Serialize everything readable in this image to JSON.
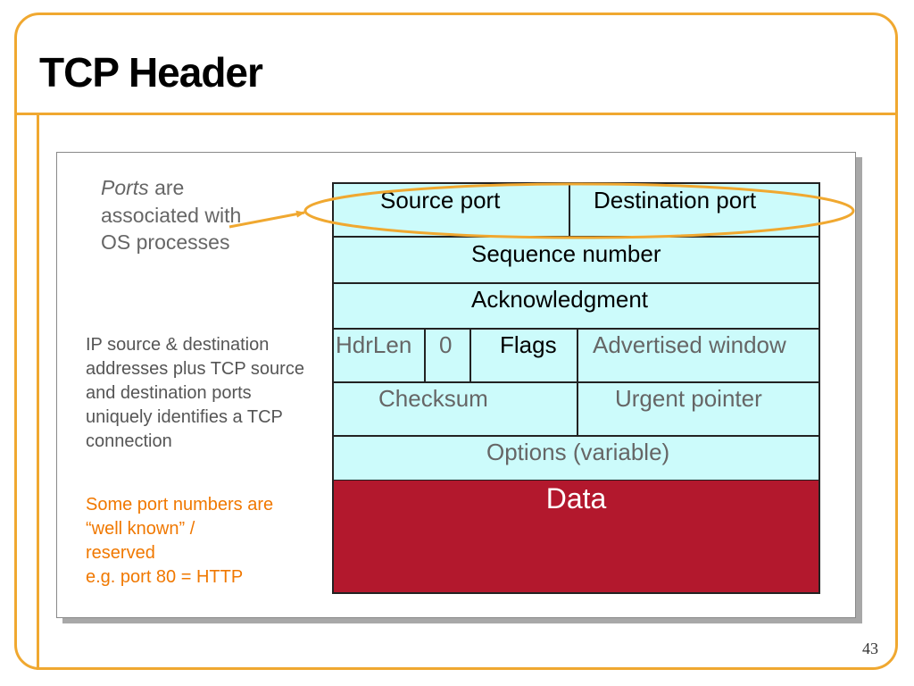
{
  "slide": {
    "title": "TCP Header",
    "page_number": "43"
  },
  "notes": {
    "ports_italic": "Ports",
    "ports_rest": " are associated with OS processes",
    "ip_connection": "IP source & destination addresses plus TCP source and destination ports uniquely identifies a TCP connection",
    "well_known_line1": "Some port numbers are",
    "well_known_line2": "“well known” /",
    "well_known_line3": "reserved",
    "well_known_line4": "e.g. port 80 = HTTP"
  },
  "header_fields": {
    "source_port": "Source port",
    "destination_port": "Destination port",
    "sequence_number": "Sequence number",
    "acknowledgment": "Acknowledgment",
    "hdrlen": "HdrLen",
    "zero": "0",
    "flags": "Flags",
    "advertised_window": "Advertised window",
    "checksum": "Checksum",
    "urgent_pointer": "Urgent pointer",
    "options": "Options (variable)",
    "data": "Data"
  },
  "colors": {
    "frame_accent": "#f0a830",
    "header_fill": "#ccfbfb",
    "data_fill": "#b3182d",
    "note_orange": "#f07800",
    "annotation_arrow": "#f0a830"
  }
}
